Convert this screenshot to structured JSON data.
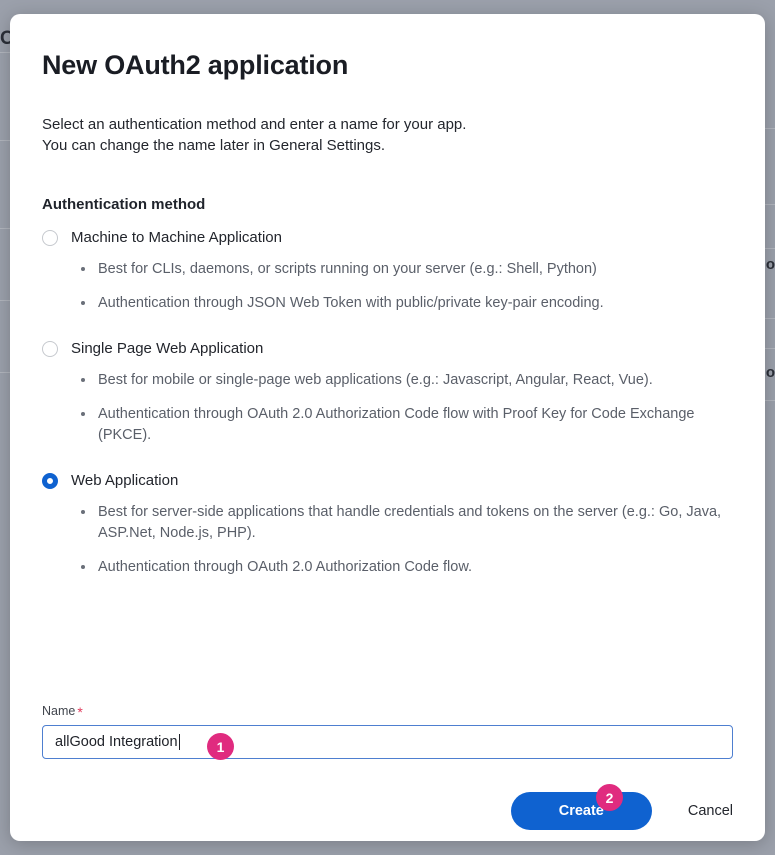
{
  "background": {
    "left_glyph": "O",
    "right_glyph_top": "o",
    "right_glyph_bottom": "o"
  },
  "dialog": {
    "title": "New OAuth2 application",
    "description_line_1": "Select an authentication method and enter a name for your app.",
    "description_line_2": "You can change the name later in General Settings.",
    "section_heading": "Authentication method",
    "options": [
      {
        "label": "Machine to Machine Application",
        "selected": false,
        "bullets": [
          "Best for CLIs, daemons, or scripts running on your server (e.g.: Shell, Python)",
          "Authentication through JSON Web Token with public/private key-pair encoding."
        ]
      },
      {
        "label": "Single Page Web Application",
        "selected": false,
        "bullets": [
          "Best for mobile or single-page web applications (e.g.: Javascript, Angular, React, Vue).",
          "Authentication through OAuth 2.0 Authorization Code flow with Proof Key for Code Exchange (PKCE)."
        ]
      },
      {
        "label": "Web Application",
        "selected": true,
        "bullets": [
          "Best for server-side applications that handle credentials and tokens on the server (e.g.: Go, Java, ASP.Net, Node.js, PHP).",
          "Authentication through OAuth 2.0 Authorization Code flow."
        ]
      }
    ],
    "name_field": {
      "label": "Name",
      "required_marker": "*",
      "value": "allGood Integration",
      "placeholder": ""
    },
    "actions": {
      "create_label": "Create",
      "cancel_label": "Cancel"
    }
  },
  "annotations": [
    {
      "number": "1",
      "target": "name-input"
    },
    {
      "number": "2",
      "target": "create-button"
    }
  ],
  "colors": {
    "accent_blue": "#0f62d0",
    "badge_pink": "#e02b7f",
    "required_red": "#e0395b",
    "backdrop_gray": "#9ba0ab"
  }
}
